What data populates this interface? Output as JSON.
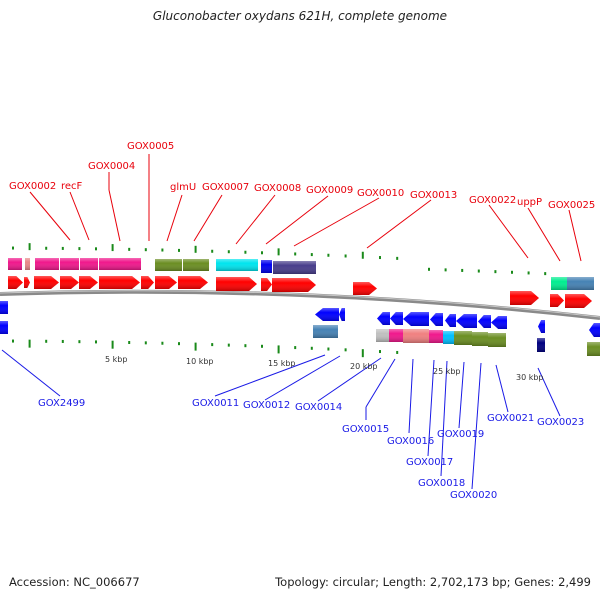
{
  "title": "Gluconobacter oxydans 621H, complete genome",
  "footer": {
    "accession": "Accession: NC_006677",
    "summary": "Topology: circular; Length: 2,702,173 bp; Genes: 2,499"
  },
  "colors": {
    "forward_gene": "#ff0000",
    "reverse_gene": "#0000ff",
    "forward_label": "#e8000b",
    "reverse_label": "#1a1ae6",
    "backbone": "#888888",
    "tick": "#1a8a1a"
  },
  "scale_labels": [
    "5 kbp",
    "10 kbp",
    "15 kbp",
    "20 kbp",
    "25 kbp",
    "30 kbp"
  ],
  "forward_labels": [
    "GOX0002",
    "recF",
    "GOX0004",
    "GOX0005",
    "glmU",
    "GOX0007",
    "GOX0008",
    "GOX0009",
    "GOX0010",
    "GOX0013",
    "GOX0022",
    "uppP",
    "GOX0025"
  ],
  "reverse_labels": [
    "GOX2499",
    "GOX0011",
    "GOX0012",
    "GOX0014",
    "GOX0015",
    "GOX0016",
    "GOX0017",
    "GOX0018",
    "GOX0019",
    "GOX0020",
    "GOX0021",
    "GOX0023"
  ]
}
